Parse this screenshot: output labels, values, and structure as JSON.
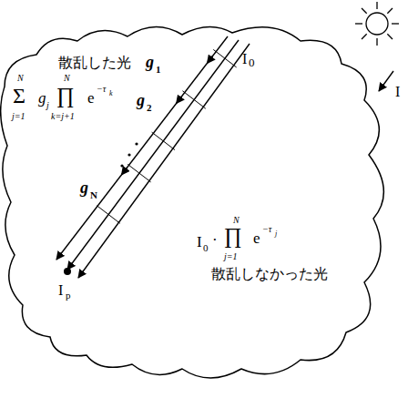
{
  "diagram": {
    "labels": [
      "散乱した光",
      "N",
      "Σ",
      "j=1",
      "g",
      "j",
      "N",
      "∏",
      "k=j+1",
      "e",
      "−τ",
      "k",
      "g",
      "1",
      "g",
      "2",
      "g",
      "N",
      "I",
      "0",
      "I",
      "I",
      "0",
      "·",
      "N",
      "∏",
      "j=1",
      "e",
      "−τ",
      "j",
      "散乱しなかった光",
      "I",
      "p"
    ]
  }
}
